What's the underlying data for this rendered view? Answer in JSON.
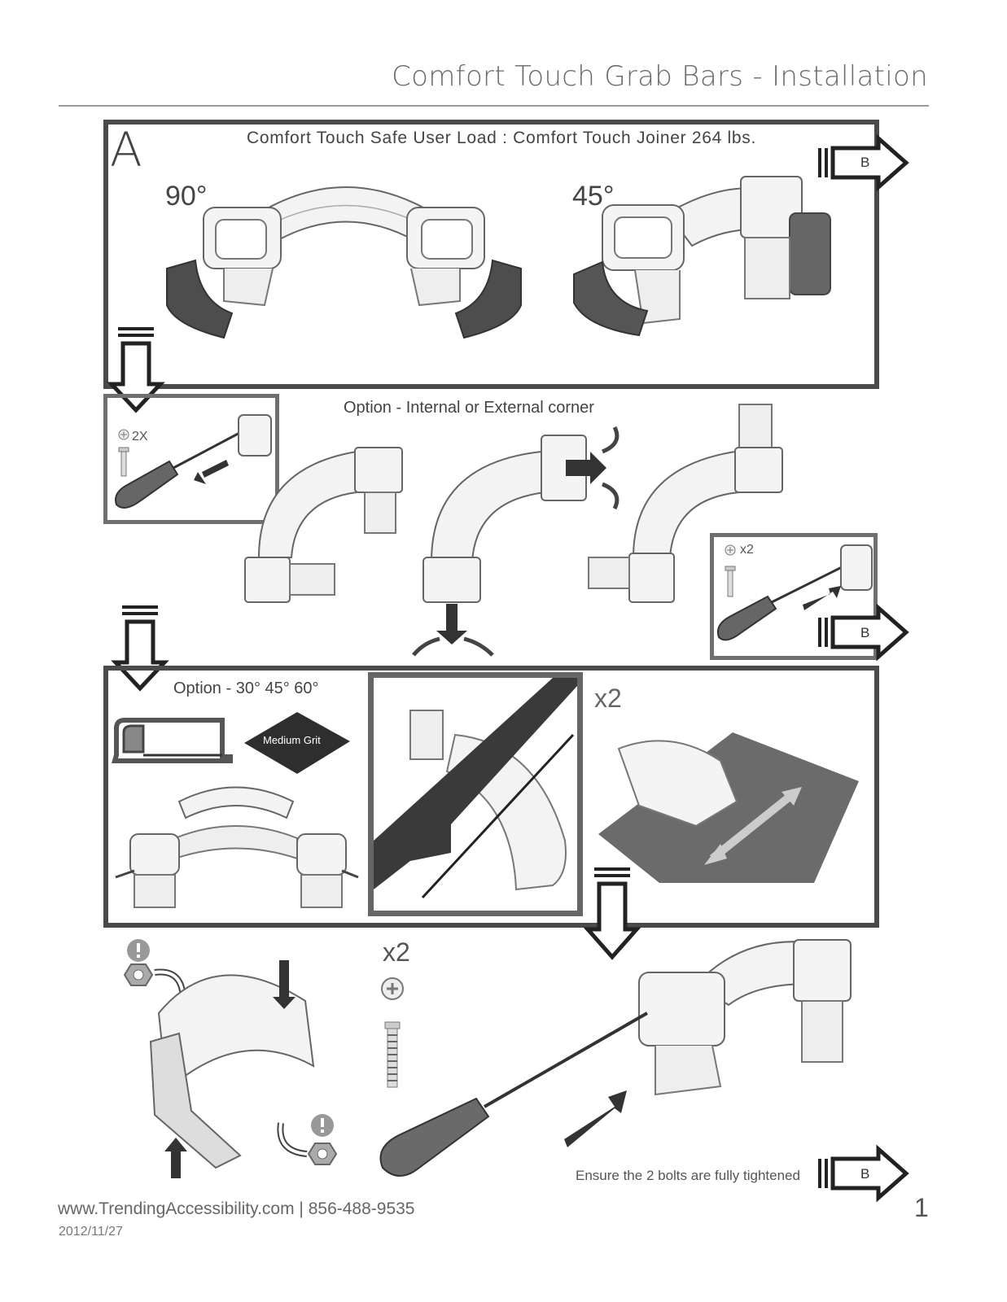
{
  "header": {
    "title": "Comfort Touch Grab Bars - Installation"
  },
  "panel_a": {
    "letter": "A",
    "load_text": "Comfort Touch Safe User Load : Comfort Touch Joiner 264 lbs.",
    "angle_90": "90°",
    "angle_45": "45°",
    "next_step": "B"
  },
  "corner_option": {
    "label": "Option - Internal or External corner",
    "left_screw_count": "2X",
    "right_screw_count": "x2",
    "right_next_step": "B"
  },
  "cut_option": {
    "label": "Option - 30° 45° 60°",
    "sandpaper_label": "Medium Grit",
    "sanding_count": "x2"
  },
  "assembly": {
    "screw_count": "x2",
    "tighten_note": "Ensure the 2 bolts are fully tightened",
    "next_step": "B"
  },
  "footer": {
    "contact": "www.TrendingAccessibility.com | 856-488-9535",
    "date": "2012/11/27",
    "page_number": "1"
  },
  "colors": {
    "frame": "#4a4a4a",
    "title_text": "#6a6a6a",
    "part_fill": "#f2f2f2",
    "dark_part": "#555555"
  },
  "icons": [
    "arrow-b-icon",
    "down-arrow-icon",
    "screwdriver-icon",
    "screw-icon",
    "hacksaw-icon",
    "sandpaper-icon",
    "nut-icon",
    "warning-icon",
    "rotate-arrow-icon"
  ]
}
